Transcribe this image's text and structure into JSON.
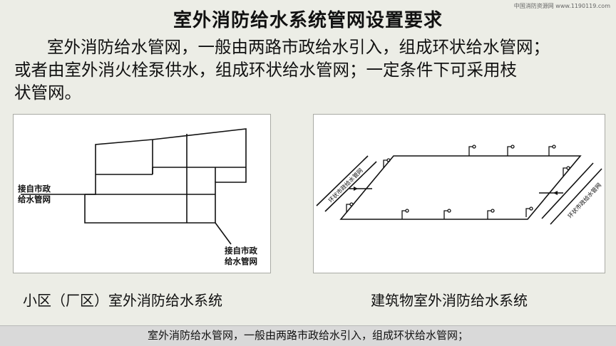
{
  "watermark": "中国消防资源网 www.1190119.com",
  "title": "室外消防给水系统管网设置要求",
  "paragraph": {
    "line1": "室外消防给水管网，一般由两路市政给水引入，组成环状给水管网；",
    "line2": "或者由室外消火栓泵供水，组成环状给水管网；一定条件下可采用枝",
    "line3": "状管网。"
  },
  "left_diagram": {
    "label_top_line1": "接自市政",
    "label_top_line2": "给水管网",
    "label_bottom_line1": "接自市政",
    "label_bottom_line2": "给水管网"
  },
  "right_diagram": {
    "left_pipe_label": "环状市政给水管网",
    "right_pipe_label": "环状市政给水管网"
  },
  "captions": {
    "left": "小区（厂区）室外消防给水系统",
    "right": "建筑物室外消防给水系统"
  },
  "subtitle": "室外消防给水管网，一般由两路市政给水引入，组成环状给水管网；",
  "colors": {
    "background": "#ecede6",
    "panel": "#ffffff",
    "line": "#111111",
    "subtitle_bar": "#d9d9d9"
  }
}
